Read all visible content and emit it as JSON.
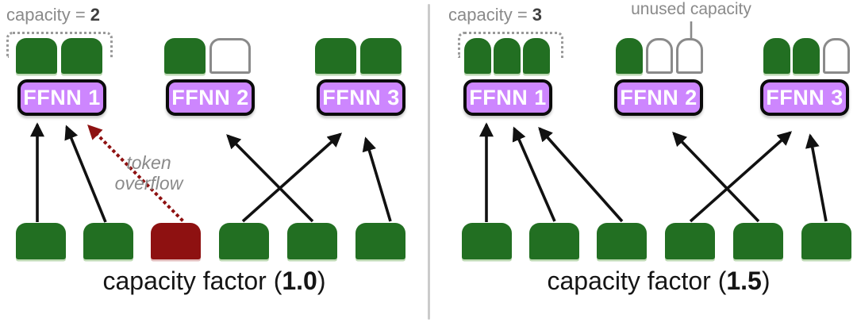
{
  "figure": {
    "type": "diagram",
    "topic": "Mixture-of-Experts expert capacity and capacity factor",
    "colors": {
      "token_green": "#226f22",
      "overflow_token_red": "#8e1111",
      "unused_slot_border_gray": "#8a8a8a",
      "expert_fill_purple": "#cd86fe",
      "expert_border_black": "#0b0b0b",
      "expert_text_white": "#ffffff",
      "annotation_gray": "#8a8a8a",
      "capacity_value_dark_gray": "#3f3f3f",
      "arrow_black": "#111111",
      "divider_gray": "#cbcbcb"
    }
  },
  "panels": [
    {
      "side": "left",
      "capacity_label": {
        "prefix": "capacity = ",
        "value": "2"
      },
      "caption": {
        "prefix": "capacity factor (",
        "value": "1.0",
        "suffix": ")"
      },
      "annotation": "token overflow",
      "experts": [
        {
          "label": "FFNN 1",
          "slots": [
            "filled",
            "filled"
          ],
          "has_capacity_bracket": true
        },
        {
          "label": "FFNN 2",
          "slots": [
            "filled",
            "unused"
          ],
          "has_capacity_bracket": false
        },
        {
          "label": "FFNN 3",
          "slots": [
            "filled",
            "filled"
          ],
          "has_capacity_bracket": false
        }
      ],
      "input_tokens": [
        "token",
        "token",
        "overflow-token",
        "token",
        "token",
        "token"
      ],
      "routes": [
        {
          "token": 1,
          "expert": "FFNN 1",
          "style": "solid-black"
        },
        {
          "token": 2,
          "expert": "FFNN 1",
          "style": "solid-black"
        },
        {
          "token": 3,
          "expert": "FFNN 1",
          "style": "dotted-red-overflow"
        },
        {
          "token": 4,
          "expert": "FFNN 3",
          "style": "solid-black"
        },
        {
          "token": 5,
          "expert": "FFNN 2",
          "style": "solid-black"
        },
        {
          "token": 6,
          "expert": "FFNN 3",
          "style": "solid-black"
        }
      ]
    },
    {
      "side": "right",
      "capacity_label": {
        "prefix": "capacity = ",
        "value": "3"
      },
      "caption": {
        "prefix": "capacity factor (",
        "value": "1.5",
        "suffix": ")"
      },
      "annotation": "unused capacity",
      "experts": [
        {
          "label": "FFNN 1",
          "slots": [
            "filled",
            "filled",
            "filled"
          ],
          "has_capacity_bracket": true
        },
        {
          "label": "FFNN 2",
          "slots": [
            "filled",
            "unused",
            "unused"
          ],
          "has_capacity_bracket": false
        },
        {
          "label": "FFNN 3",
          "slots": [
            "filled",
            "filled",
            "unused"
          ],
          "has_capacity_bracket": false
        }
      ],
      "input_tokens": [
        "token",
        "token",
        "token",
        "token",
        "token",
        "token"
      ],
      "routes": [
        {
          "token": 1,
          "expert": "FFNN 1",
          "style": "solid-black"
        },
        {
          "token": 2,
          "expert": "FFNN 1",
          "style": "solid-black"
        },
        {
          "token": 3,
          "expert": "FFNN 1",
          "style": "solid-black"
        },
        {
          "token": 4,
          "expert": "FFNN 3",
          "style": "solid-black"
        },
        {
          "token": 5,
          "expert": "FFNN 2",
          "style": "solid-black"
        },
        {
          "token": 6,
          "expert": "FFNN 3",
          "style": "solid-black"
        }
      ]
    }
  ]
}
